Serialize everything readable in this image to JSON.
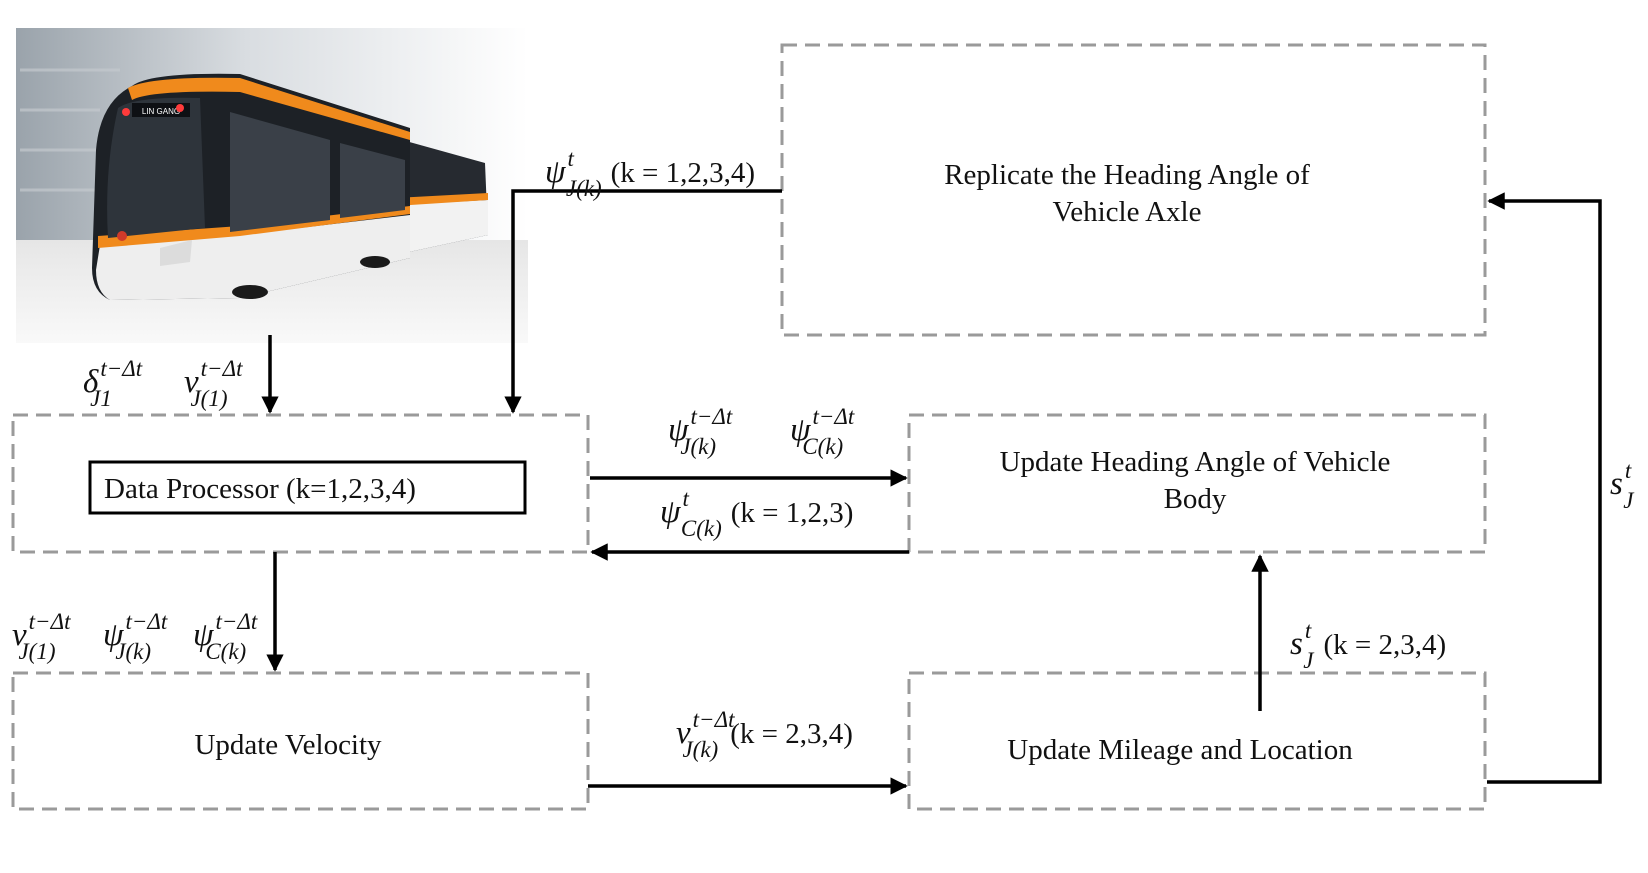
{
  "colors": {
    "dashed_border": "#9a9a9a",
    "line": "#000000",
    "tram_orange": "#f08a1c",
    "tram_dark": "#1d2126",
    "tram_white": "#f2f2f2"
  },
  "icons": {
    "tram": "tram-image"
  },
  "tram": {
    "sign": "LIN GANG"
  },
  "boxes": {
    "replicate": {
      "line1": "Replicate the  Heading Angle of",
      "line2": "Vehicle Axle"
    },
    "data_processor": {
      "label": "Data Processor (k=1,2,3,4)"
    },
    "update_body": {
      "line1": "Update Heading Angle of Vehicle",
      "line2": "Body"
    },
    "update_velocity": {
      "label": "Update  Velocity"
    },
    "update_mileage": {
      "label": "Update Mileage and Location"
    }
  },
  "edge_labels": {
    "psi_J_t": {
      "sym": "ψ",
      "sup": "t",
      "sub": "J(k)",
      "suffix": "(k = 1,2,3,4)"
    },
    "delta_J1": {
      "sym": "δ",
      "sup": "t−Δt",
      "sub": "J1"
    },
    "v_J1_top": {
      "sym": "v",
      "sup": "t−Δt",
      "sub": "J(1)"
    },
    "psi_J_prev": {
      "sym": "ψ",
      "sup": "t−Δt",
      "sub": "J(k)"
    },
    "psi_C_prev": {
      "sym": "ψ",
      "sup": "t−Δt",
      "sub": "C(k)"
    },
    "psi_C_t": {
      "sym": "ψ",
      "sup": "t",
      "sub": "C(k)",
      "suffix": "(k = 1,2,3)"
    },
    "v_J1_bot": {
      "sym": "v",
      "sup": "t−Δt",
      "sub": "J(1)"
    },
    "psi_J_bot": {
      "sym": "ψ",
      "sup": "t−Δt",
      "sub": "J(k)"
    },
    "psi_C_bot": {
      "sym": "ψ",
      "sup": "t−Δt",
      "sub": "C(k)"
    },
    "v_Jk": {
      "sym": "v",
      "sup": "t−Δt",
      "sub": "J(k)",
      "suffix": "(k = 2,3,4)"
    },
    "s_J_k": {
      "sym": "s",
      "sup": "t",
      "sub": "J",
      "suffix": "(k = 2,3,4)"
    },
    "s_J_right": {
      "sym": "s",
      "sup": "t",
      "sub": "J"
    }
  }
}
